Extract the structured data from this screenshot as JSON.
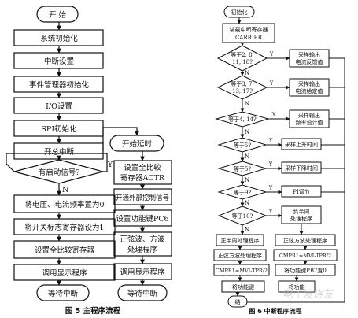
{
  "fig5": {
    "caption": "图 5   主程序流程",
    "start": "开   始",
    "sys_init": "系统初始化",
    "int_setup": "中断设置",
    "evm_init": "事件管理器初始化",
    "io_setup": "I/O设置",
    "spi_init": "SPI初始化",
    "open_int": "开总中断",
    "decision": "有启动信号?",
    "yes": "Y",
    "no": "N",
    "zero": "将电压、电流频率置为0",
    "flag": "将开关标志寄存器设为1",
    "cmp_reg": "设置全比较寄存器",
    "display1": "调用显示程序",
    "wait1": "等待中断",
    "delay": "开始延时",
    "actr_1": "设置全比较",
    "actr_2": "寄存器ACTR",
    "ext_ctrl": "开通外部控制信号",
    "pc6": "设置功能键PC6",
    "sine_1": "正弦波、方波",
    "sine_2": "处理程序",
    "display2": "调用显示程序",
    "wait2": "等待中断"
  },
  "fig6": {
    "caption": "图 6   中断程序流程",
    "init": "初始化",
    "carrier_1": "装载中断寄存器",
    "carrier_2": "CARRIER",
    "d1_1": "等于2, 8,",
    "d1_2": "11, 18?",
    "d2_1": "等于3, 7,",
    "d2_2": "13, 17?",
    "d3": "等于4, 14?",
    "d4": "等于5?",
    "d5": "等于5?",
    "d6": "等于9?",
    "d7": "等于10?",
    "a1_1": "采样输出",
    "a1_2": "电流反馈值",
    "a2_1": "采样输出",
    "a2_2": "电流给定值",
    "a3_1": "采样输出",
    "a3_2": "频率设计值",
    "a4": "采样上升时间",
    "a5": "采样下降时间",
    "a6": "PI调节",
    "a7_1": "负半周",
    "a7_2": "处理程序",
    "pos_half": "正半周处理程序",
    "sine_proc": "正弦方波处理程序",
    "sine_proc_r": "正弦方波处理程序",
    "cmpr_l": "CMPR1=MVI-TPR/2",
    "cmpr_r": "CMPR1=MVI-TPR/2",
    "pb7": "将功能键PB7置0",
    "load_l": "将功能键",
    "load_r": "将功能",
    "end": "结",
    "yes": "Y",
    "no": "N"
  },
  "watermark": "电子发烧友"
}
